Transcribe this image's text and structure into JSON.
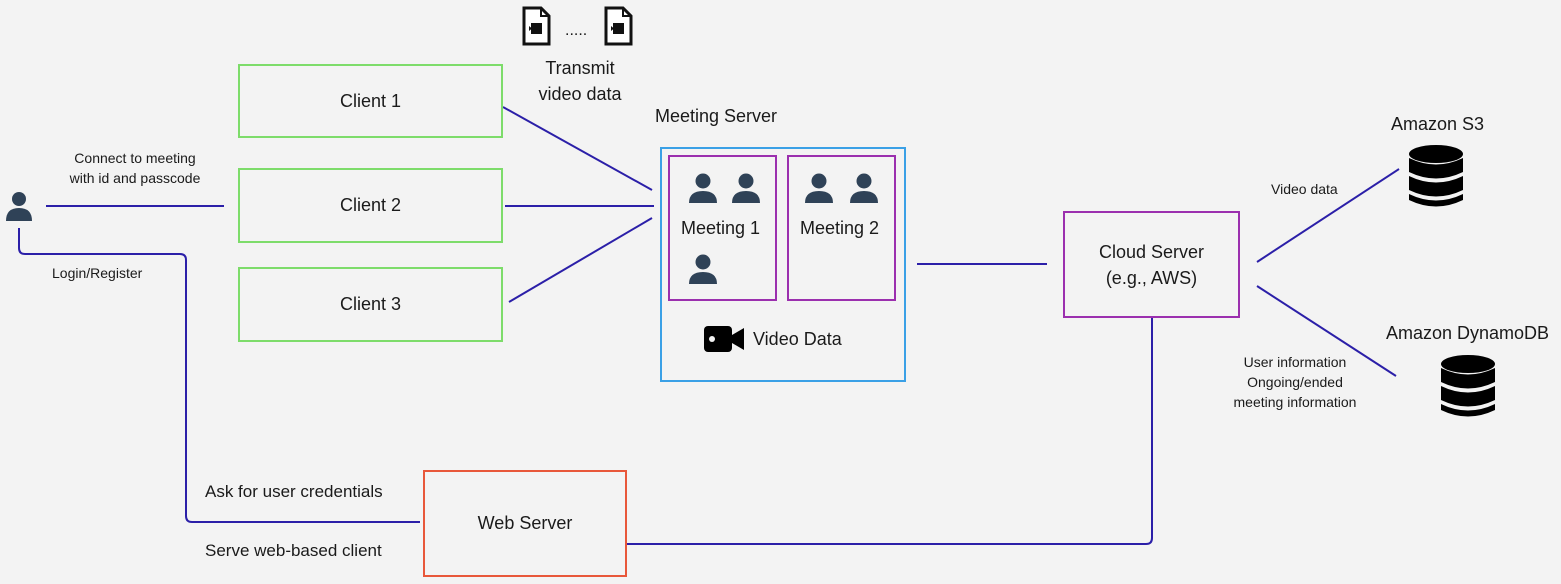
{
  "clients": [
    {
      "label": "Client 1"
    },
    {
      "label": "Client 2"
    },
    {
      "label": "Client 3"
    }
  ],
  "transmit_label": "Transmit\nvideo data",
  "dots": ".....",
  "meeting_server": {
    "title": "Meeting Server",
    "meeting1": "Meeting 1",
    "meeting2": "Meeting 2",
    "video_data": "Video Data"
  },
  "user_edge": {
    "connect_label": "Connect to meeting\nwith id and passcode",
    "login_label": "Login/Register"
  },
  "cloud_server": {
    "label": "Cloud Server\n(e.g., AWS)"
  },
  "storage": {
    "s3": "Amazon S3",
    "dynamo": "Amazon DynamoDB",
    "video_data_label": "Video data",
    "user_info_label": "User information\nOngoing/ended\nmeeting information"
  },
  "web_server": {
    "label": "Web Server",
    "ask_label": "Ask for user credentials",
    "serve_label": "Serve web-based client"
  },
  "colors": {
    "line": "#2b1fa8",
    "client_border": "#7ddc6a",
    "meeting_border": "#9b2fae",
    "server_border": "#3aa0e6",
    "web_border": "#e8573a",
    "icon": "#2f4257"
  }
}
